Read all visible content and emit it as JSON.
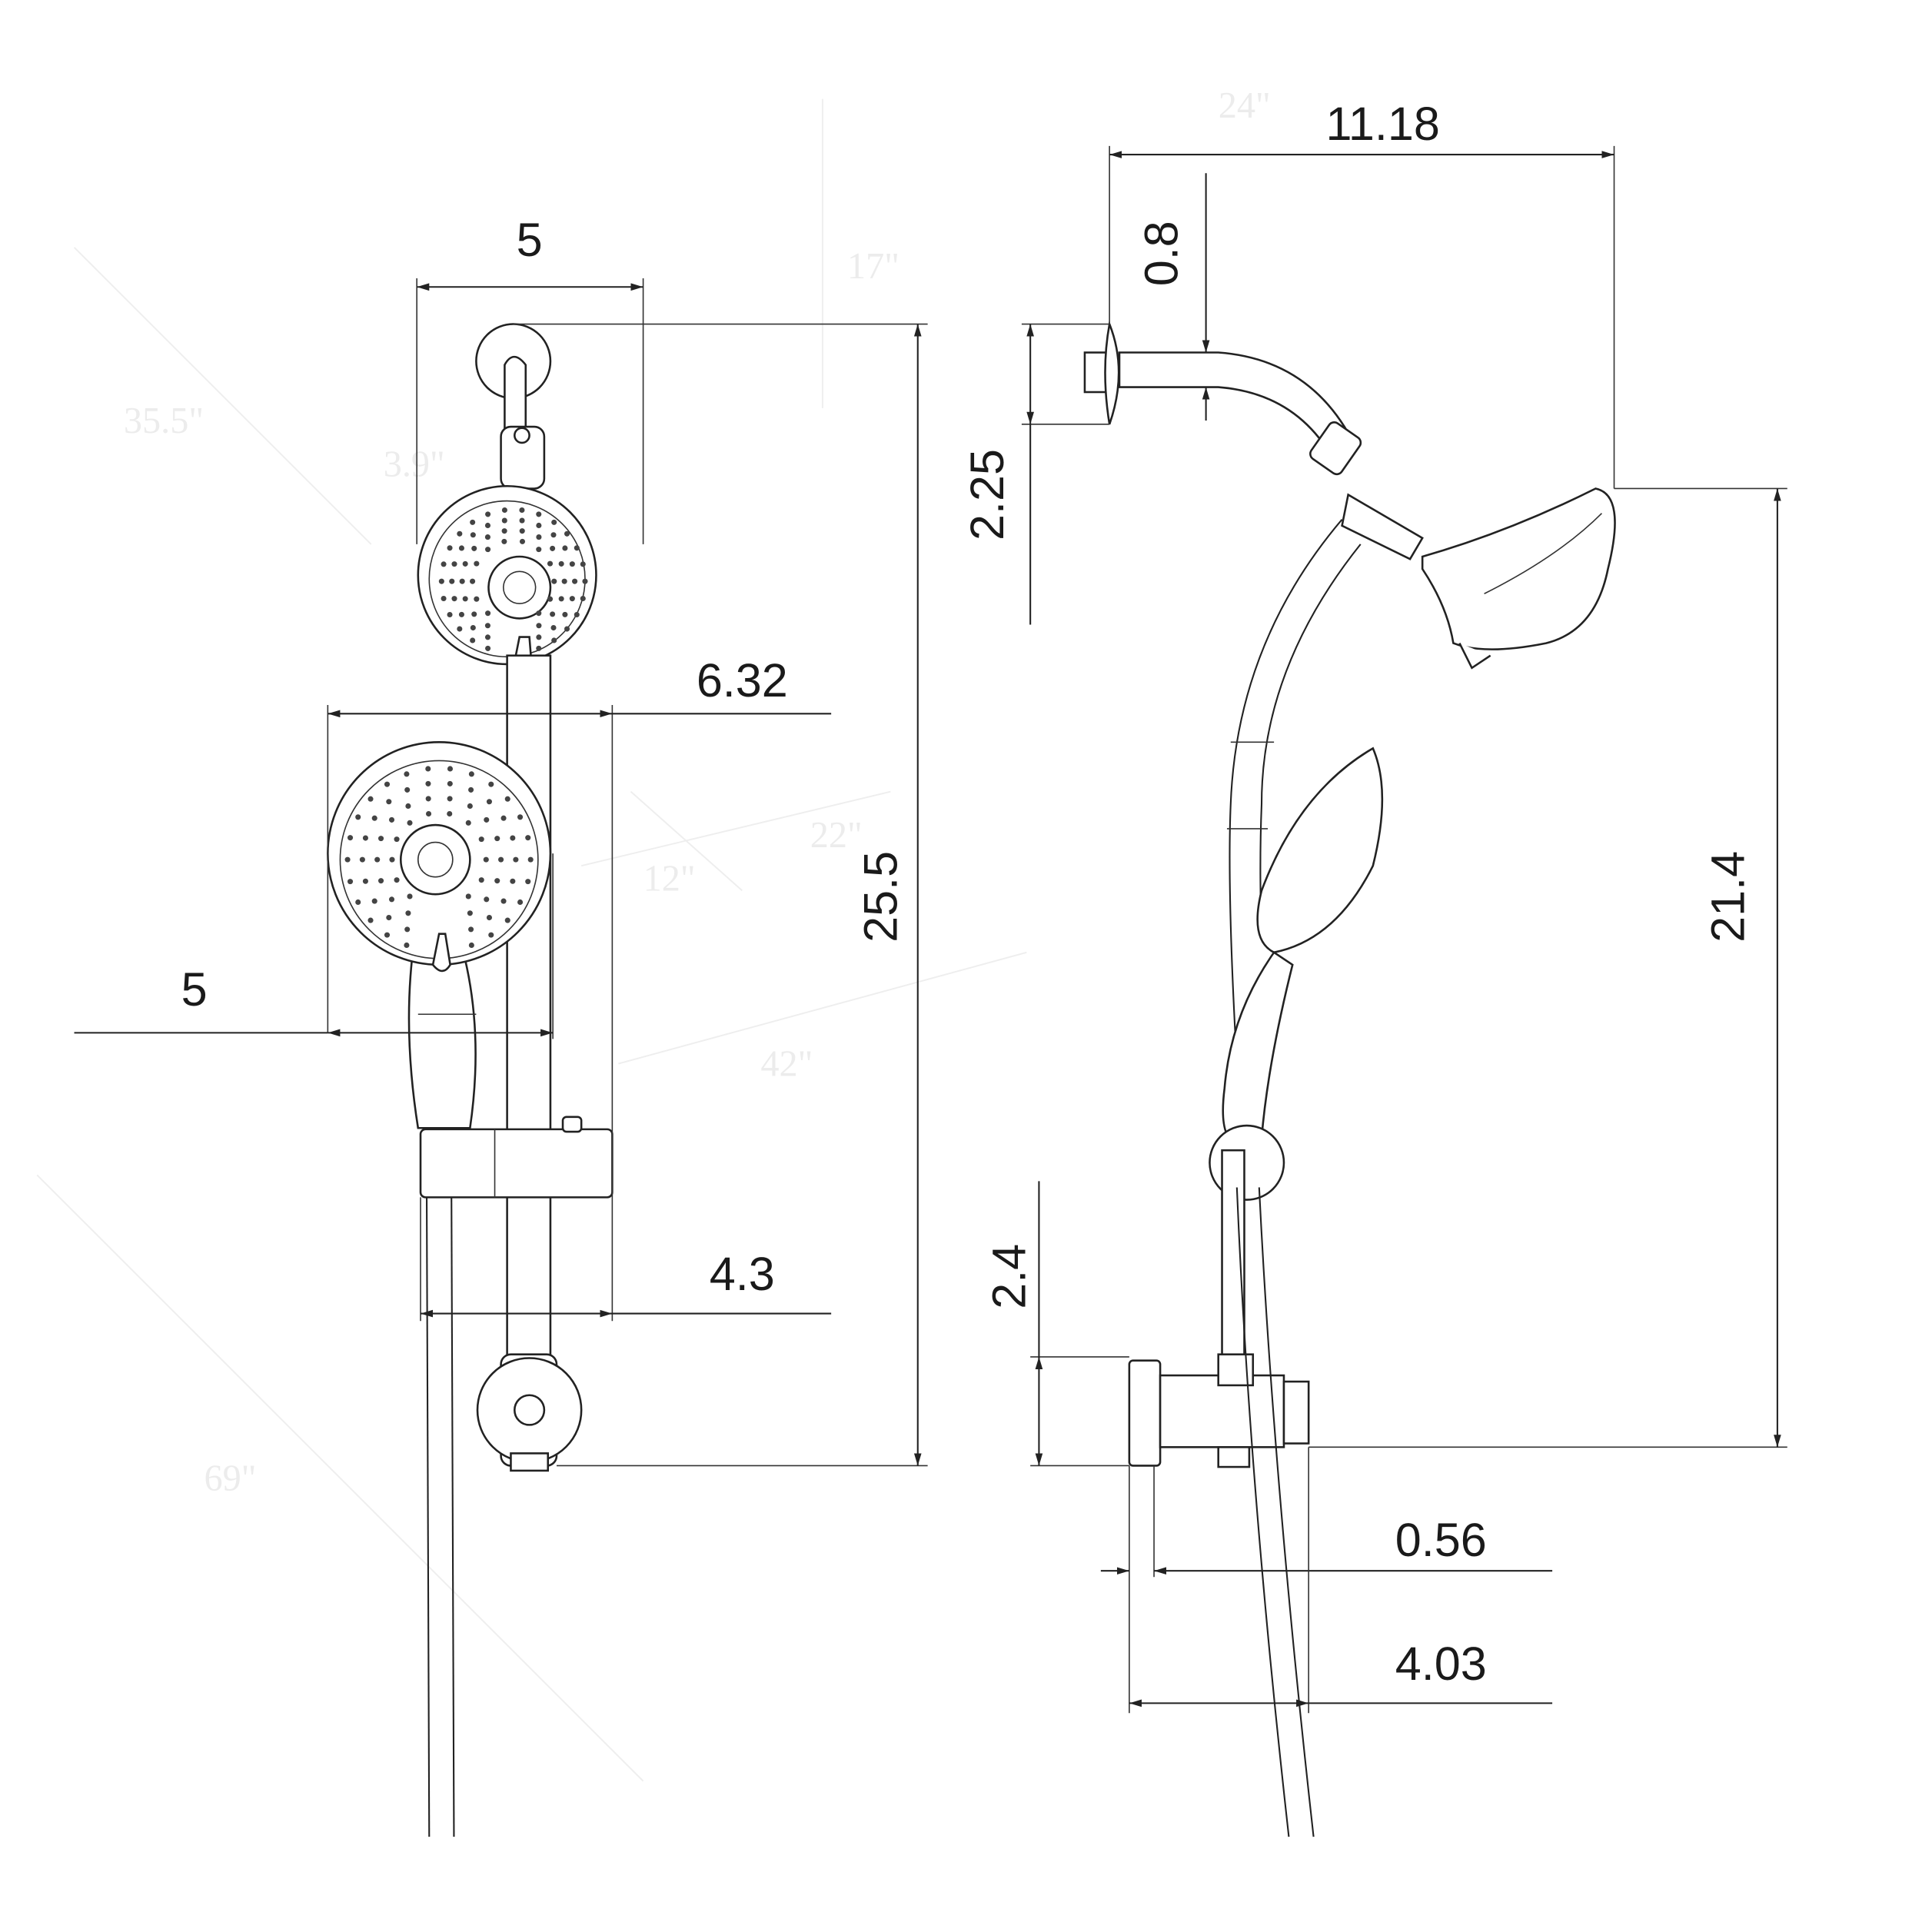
{
  "diagram": {
    "title": "Dual shower head with handheld - dimension drawing",
    "front_view": {
      "dimensions": {
        "top_head_width": "5",
        "overall_height": "25.5",
        "handheld_projection": "6.32",
        "handheld_width": "5",
        "bracket_width": "4.3"
      }
    },
    "side_view": {
      "dimensions": {
        "overall_reach": "11.18",
        "arm_offset": "0.8",
        "flange_height": "2.25",
        "head_to_diverter_height": "21.4",
        "diverter_height": "2.4",
        "diverter_nut_depth": "0.56",
        "diverter_depth": "4.03"
      }
    },
    "watermark_labels": [
      "24\"",
      "17\"",
      "35.5\"",
      "3.9\"",
      "22\"",
      "12\"",
      "42\"",
      "69\""
    ],
    "colors": {
      "line": "#222222",
      "text": "#1a1a1a",
      "watermark": "#ececec"
    }
  }
}
